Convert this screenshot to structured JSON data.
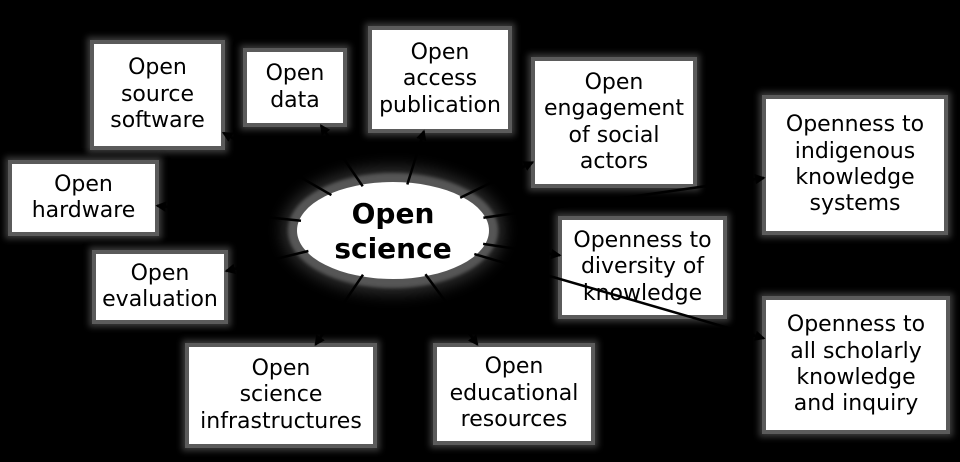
{
  "title": "Open science diagram",
  "colors": {
    "background": "#000000",
    "node_fill": "#ffffff",
    "node_border": "#5b5b5b",
    "text": "#000000",
    "arrow": "#000000"
  },
  "center": {
    "label": "Open\nscience"
  },
  "nodes": [
    {
      "id": "open-source-software",
      "label": "Open\nsource\nsoftware"
    },
    {
      "id": "open-data",
      "label": "Open\ndata"
    },
    {
      "id": "open-access-publication",
      "label": "Open\naccess\npublication"
    },
    {
      "id": "open-engagement-of-social-actors",
      "label": "Open\nengagement\nof social\nactors"
    },
    {
      "id": "openness-to-indigenous-knowledge-systems",
      "label": "Openness to\nindigenous\nknowledge\nsystems"
    },
    {
      "id": "open-hardware",
      "label": "Open\nhardware"
    },
    {
      "id": "openness-to-diversity-of-knowledge",
      "label": "Openness to\ndiversity of\nknowledge"
    },
    {
      "id": "open-evaluation",
      "label": "Open\nevaluation"
    },
    {
      "id": "open-science-infrastructures",
      "label": "Open\nscience\ninfrastructures"
    },
    {
      "id": "open-educational-resources",
      "label": "Open\neducational\nresources"
    },
    {
      "id": "openness-to-all-scholarly-knowledge-and-inquiry",
      "label": "Openness to\nall scholarly\nknowledge\nand inquiry"
    }
  ]
}
